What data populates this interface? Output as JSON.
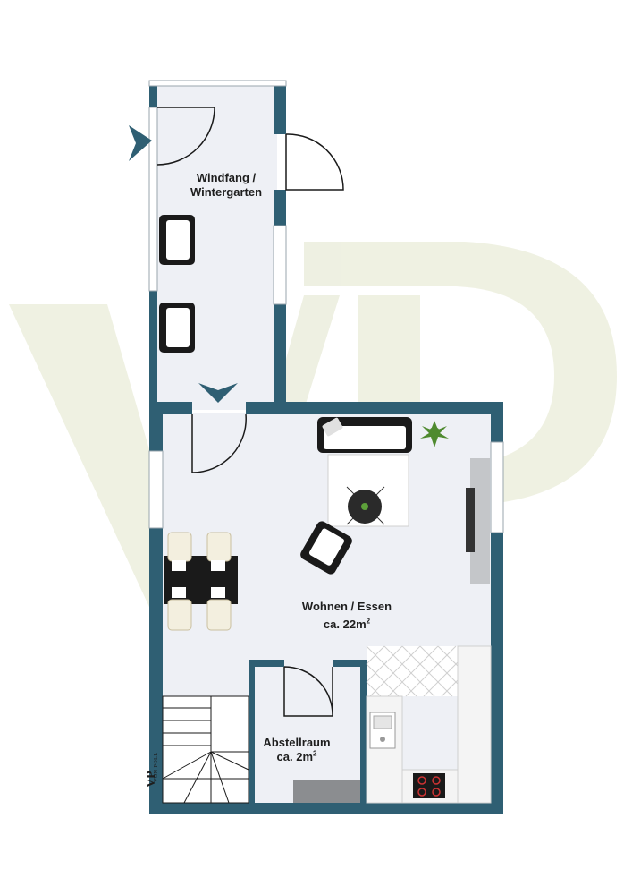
{
  "rooms": {
    "windfang": {
      "line1": "Windfang /",
      "line2": "Wintergarten"
    },
    "wohnen": {
      "name": "Wohnen / Essen",
      "area_prefix": "ca. 22m",
      "area_exp": "2"
    },
    "abstell": {
      "name": "Abstellraum",
      "area_prefix": "ca. 2m",
      "area_exp": "2"
    }
  },
  "branding": {
    "logo": "VP",
    "name": "VON POLL"
  },
  "colors": {
    "wall": "#2f5f73",
    "floor": "#eef0f5",
    "counter": "#f4f4f4",
    "furniture": "#1a1a1a",
    "watermark": "#e9ecda"
  }
}
